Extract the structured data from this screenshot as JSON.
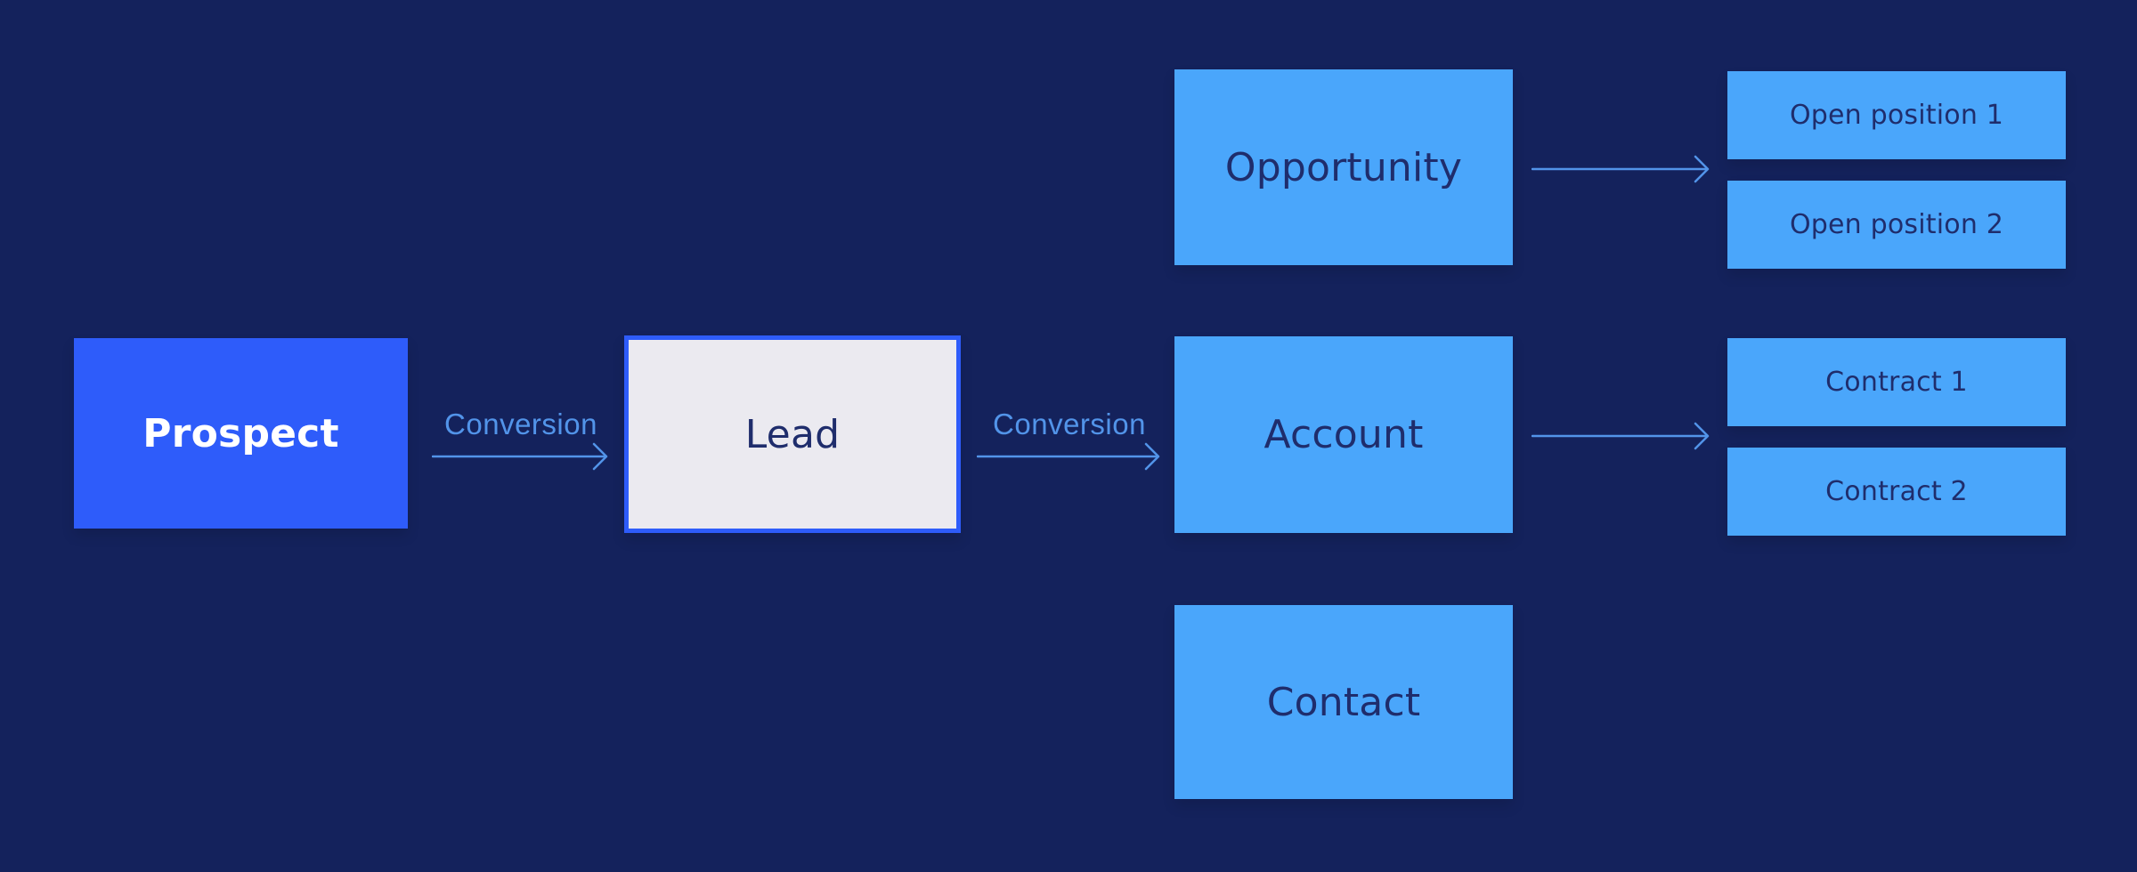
{
  "diagram": {
    "nodes": {
      "prospect": {
        "label": "Prospect"
      },
      "lead": {
        "label": "Lead"
      },
      "opportunity": {
        "label": "Opportunity"
      },
      "account": {
        "label": "Account"
      },
      "contact": {
        "label": "Contact"
      },
      "open_position_1": {
        "label": "Open position 1"
      },
      "open_position_2": {
        "label": "Open position 2"
      },
      "contract_1": {
        "label": "Contract 1"
      },
      "contract_2": {
        "label": "Contract 2"
      }
    },
    "edges": {
      "prospect_to_lead": {
        "label": "Conversion"
      },
      "lead_to_account": {
        "label": "Conversion"
      },
      "opportunity_to_open_positions": {
        "label": ""
      },
      "account_to_contracts": {
        "label": ""
      }
    }
  },
  "colors": {
    "background": "#14225C",
    "primary_blue": "#2E5CFA",
    "light_blue": "#4AA6FB",
    "lead_fill": "#EBEAF0",
    "dark_navy_text": "#1F2D6C",
    "arrow_blue": "#5294E9",
    "white_text": "#FFFFFF"
  }
}
